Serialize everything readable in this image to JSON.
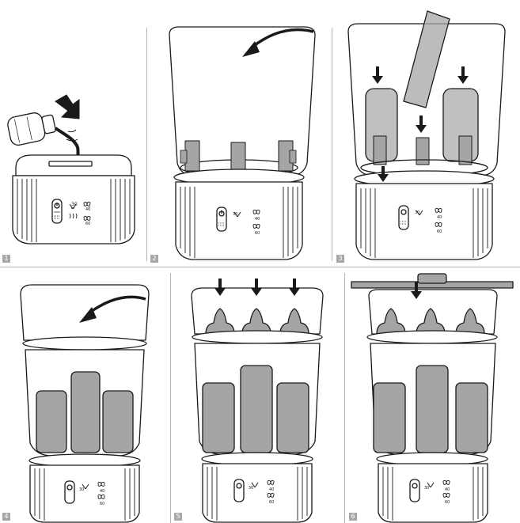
{
  "steps": [
    {
      "number": "1",
      "arrow_direction": "down-right"
    },
    {
      "number": "2",
      "arrow_direction": "curved-left"
    },
    {
      "number": "3",
      "arrow_direction": "down"
    },
    {
      "number": "4",
      "arrow_direction": "curved-left"
    },
    {
      "number": "5",
      "arrow_direction": "down"
    },
    {
      "number": "6",
      "arrow_direction": "down"
    }
  ],
  "control_panel": {
    "fan_label_top": "40",
    "fan_label_bottom": "60",
    "dry_label": "30"
  },
  "colors": {
    "outline": "#1a1a1a",
    "gray_fill": "#a5a5a5",
    "badge": "#a8a8a8",
    "divider": "#b5b5b5"
  }
}
